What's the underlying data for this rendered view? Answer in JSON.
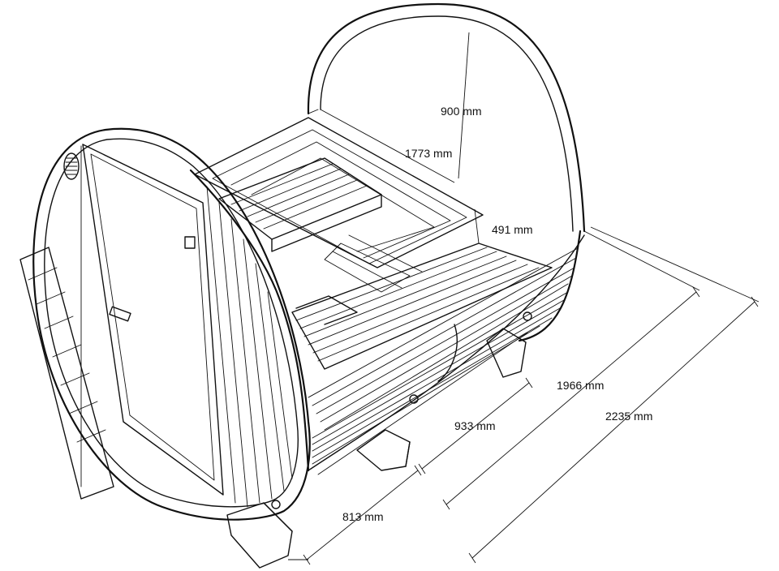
{
  "dimensions": {
    "height_interior": "900 mm",
    "bench_length": "1773 mm",
    "bench_height": "491 mm",
    "floor_depth": "933 mm",
    "inner_length": "1966 mm",
    "outer_length": "2235 mm",
    "base_width": "813 mm"
  },
  "colors": {
    "line": "#111111",
    "background": "#ffffff"
  }
}
